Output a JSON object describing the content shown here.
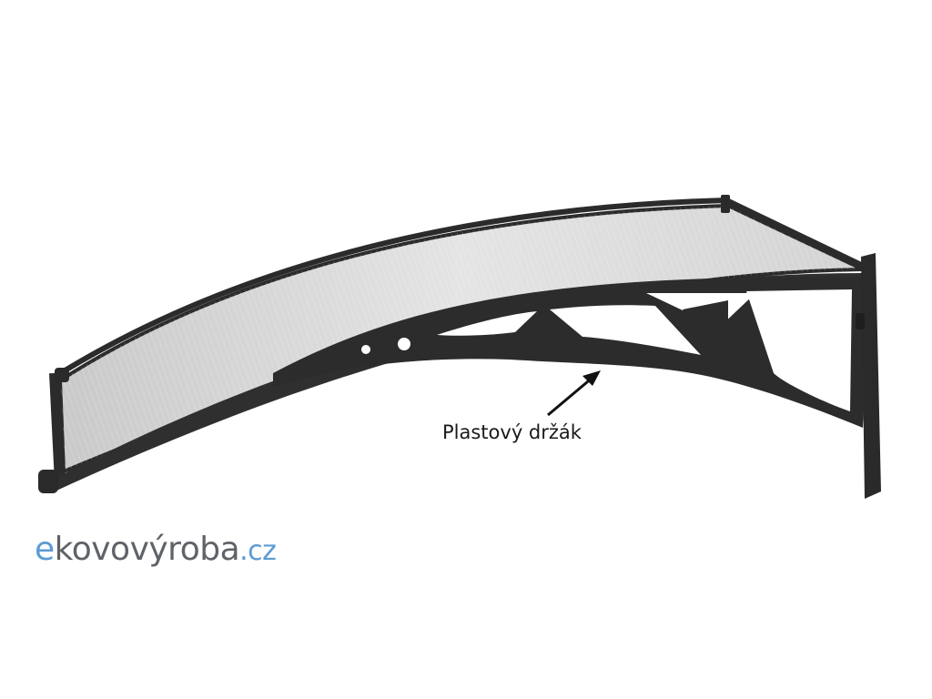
{
  "annotation": {
    "label": "Plastový držák"
  },
  "logo": {
    "prefix": "e",
    "main": "kovovýroba",
    "tld": ".cz"
  },
  "colors": {
    "frame": "#2b2b2b",
    "panel": "#d9d9d9",
    "logo_accent": "#5b9bd5",
    "logo_text": "#5f6368"
  }
}
